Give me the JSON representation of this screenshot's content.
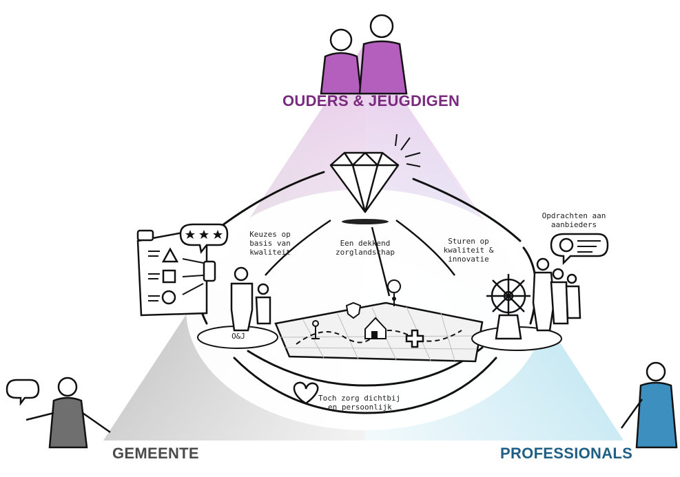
{
  "labels": {
    "ouders_jeugdigen": "OUDERS & JEUGDIGEN",
    "gemeente": "GEMEENTE",
    "professionals": "PROFESSIONALS"
  },
  "annotations": {
    "keuzes": [
      "Keuzes op",
      "basis van",
      "kwaliteit"
    ],
    "dekkend": [
      "Een dekkend",
      "zorglandschap"
    ],
    "sturen": [
      "Sturen op",
      "kwaliteit &",
      "innovatie"
    ],
    "opdrachten": [
      "Opdrachten aan",
      "aanbieders"
    ],
    "dichtbij": [
      "Toch zorg dichtbij",
      "en persoonlijk"
    ],
    "oj": "O&J"
  },
  "colors": {
    "top": "#d9a8dc",
    "left": "#a9a9a9",
    "right": "#9fd8ea",
    "purple": "#9b4fa6",
    "blue": "#3d8fc0",
    "grey_shirt": "#6f6f6f"
  },
  "icons": [
    "diamond-icon",
    "heart-icon",
    "house-icon",
    "shield-icon",
    "location-pin-icon",
    "plus-icon",
    "star-icon",
    "question-mark-icon",
    "speech-bubble-icon",
    "ship-wheel-icon",
    "smartphone-icon"
  ]
}
